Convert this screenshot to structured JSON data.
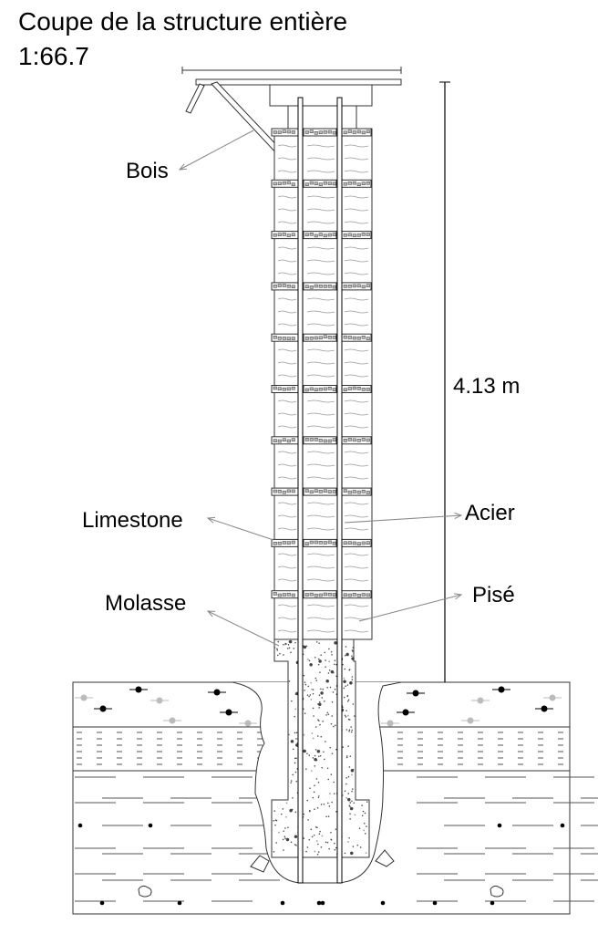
{
  "title": "Coupe de la structure entière",
  "scale": "1:66.7",
  "dimension": "4.13 m",
  "labels": {
    "bois": "Bois",
    "limestone": "Limestone",
    "molasse": "Molasse",
    "acier": "Acier",
    "pise": "Pisé"
  },
  "limestone_band_count": 10,
  "colors": {
    "line": "#333333",
    "leader": "#888888",
    "gray_dot": "#bbbbbb"
  }
}
